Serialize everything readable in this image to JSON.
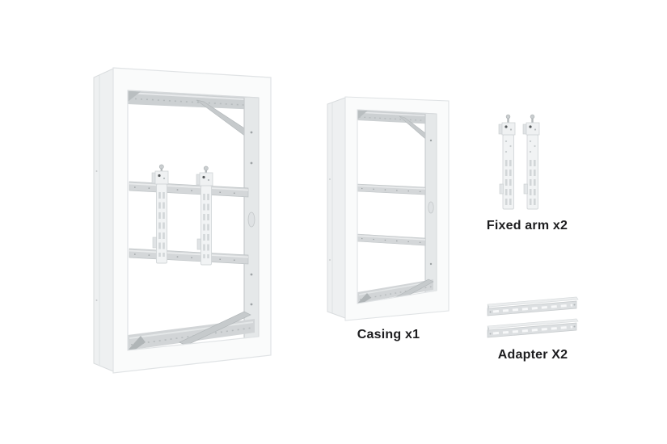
{
  "diagram": {
    "type": "product-parts-diagram",
    "background": "#ffffff",
    "parts": [
      {
        "id": "assembled-unit",
        "label": ""
      },
      {
        "id": "casing",
        "label": "Casing x1"
      },
      {
        "id": "fixed-arm",
        "label": "Fixed arm x2"
      },
      {
        "id": "adapter",
        "label": "Adapter X2"
      }
    ]
  },
  "colors": {
    "background": "#ffffff",
    "frame_white": "#fafbfb",
    "frame_edge": "#e0e3e5",
    "side_wall": "#eef0f1",
    "rail_gray": "#ccd0d2",
    "crossbar_gray": "#d4d7d9",
    "column_gray": "#e5e8e9",
    "brace_gray": "#c6cacc",
    "arm_white": "#f1f3f4",
    "slot_gray": "#d2d6d8",
    "hole_dark": "#7c8184",
    "label_text": "#1d1d1f"
  }
}
